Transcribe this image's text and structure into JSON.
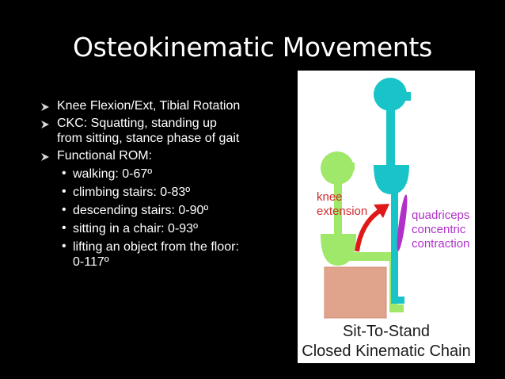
{
  "slide": {
    "title": "Osteokinematic Movements",
    "bullets": [
      {
        "text": "Knee Flexion/Ext, Tibial Rotation"
      },
      {
        "text": "CKC: Squatting, standing up from sitting, stance phase of gait"
      },
      {
        "text": "Functional ROM:"
      }
    ],
    "sub_bullets": [
      {
        "text": "walking: 0-67º"
      },
      {
        "text": "climbing stairs: 0-83º"
      },
      {
        "text": "descending stairs: 0-90º"
      },
      {
        "text": "sitting in a chair: 0-93º"
      },
      {
        "text": "lifting an object from the floor: 0-117º"
      }
    ]
  },
  "figure": {
    "label_knee": "knee extension",
    "label_quad": "quadriceps concentric contraction",
    "caption_line1": "Sit-To-Stand",
    "caption_line2": "Closed Kinematic Chain",
    "colors": {
      "standing_figure": "#19c4c8",
      "sitting_figure": "#9fe86a",
      "arrow": "#e01818",
      "muscle": "#b030c8",
      "chair": "#e0a48c",
      "knee_label": "#cf2a2a",
      "quad_label": "#b030c8"
    }
  }
}
